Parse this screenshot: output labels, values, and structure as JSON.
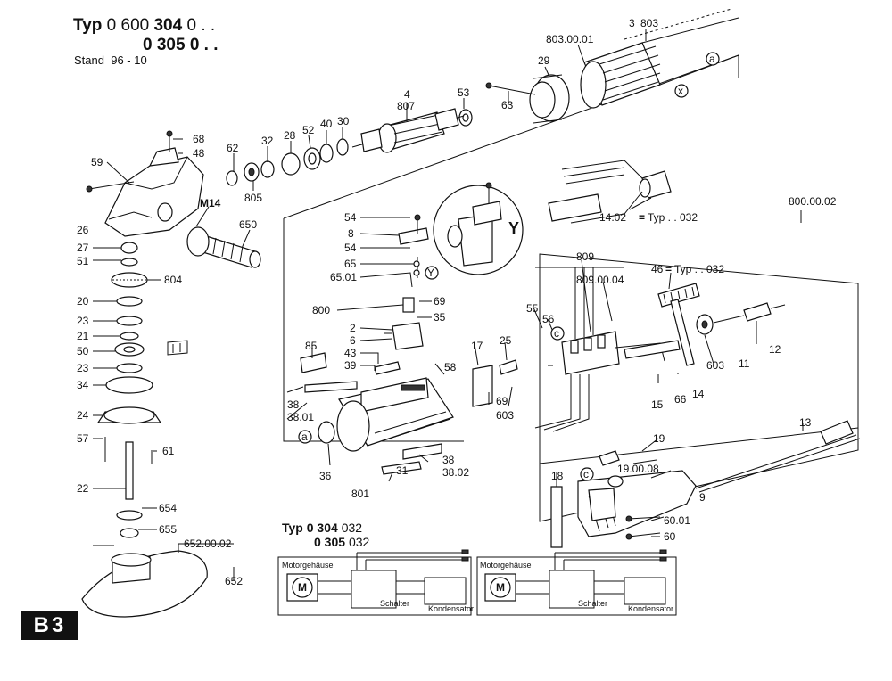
{
  "header": {
    "typ_label": "Typ",
    "typ_code_prefix": "0 600",
    "typ_code_main": "304",
    "typ_code_suffix": "0 . .",
    "typ_alt": "0 305",
    "typ_alt_suffix": "0 . .",
    "stand_label": "Stand",
    "stand_value": "96 - 10"
  },
  "page_badge": "B3",
  "wiring": {
    "typ_label": "Typ",
    "code1_main": "0 304",
    "code1_suffix": "032",
    "code2_main": "0 305",
    "code2_suffix": "032",
    "motor_label": "Motorgehäuse",
    "switch_label": "Schalter",
    "capacitor_label": "Kondensator",
    "motor_symbol": "M"
  },
  "callouts": {
    "c803": "803",
    "c3": "3",
    "c803_00_01": "803.00.01",
    "c29": "29",
    "c63": "63",
    "c53": "53",
    "c4": "4",
    "c807": "807",
    "c30": "30",
    "c40": "40",
    "c52": "52",
    "c28": "28",
    "c32": "32",
    "c62": "62",
    "c805": "805",
    "c68": "68",
    "c48": "48",
    "c59": "59",
    "cM14": "M14",
    "c650": "650",
    "c26": "26",
    "c27": "27",
    "c51": "51",
    "c804": "804",
    "c20": "20",
    "c23a": "23",
    "c21": "21",
    "c50": "50",
    "c23b": "23",
    "c34": "34",
    "c24": "24",
    "c57": "57",
    "c61": "61",
    "c22": "22",
    "c654": "654",
    "c655": "655",
    "c652_00_02": "652.00.02",
    "c652": "652",
    "c54a": "54",
    "c8": "8",
    "c54b": "54",
    "c65": "65",
    "c65_01": "65.01",
    "c800": "800",
    "c69": "69",
    "c35": "35",
    "c2": "2",
    "c6": "6",
    "c43": "43",
    "c39": "39",
    "c85": "85",
    "c58": "58",
    "c38a": "38",
    "c38_01": "38.01",
    "c36": "36",
    "c801": "801",
    "c31": "31",
    "c38b": "38",
    "c38_02": "38.02",
    "c17": "17",
    "c25": "25",
    "c603a": "603",
    "c14_02": "14.02",
    "c14_02_typ": "Typ . . 032",
    "c800_00_02": "800.00.02",
    "c809": "809",
    "c809_00_04": "809.00.04",
    "c46": "46",
    "c46_typ": "Typ . . 032",
    "c55": "55",
    "c56": "56",
    "c603b": "603",
    "c11": "11",
    "c12": "12",
    "c14": "14",
    "c15": "15",
    "c66": "66",
    "c13": "13",
    "c19": "19",
    "c19_00_08": "19.00.08",
    "c18": "18",
    "c9": "9",
    "c60_01": "60.01",
    "c60": "60",
    "markY": "Y",
    "markY_big": "Y",
    "markA": "a",
    "markX": "x",
    "markC": "c"
  }
}
